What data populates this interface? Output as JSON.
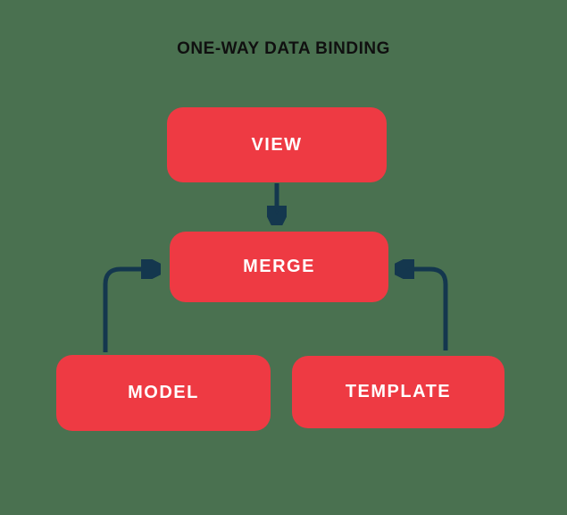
{
  "title": "ONE-WAY DATA BINDING",
  "colors": {
    "background": "#4a7150",
    "box": "#ee3a43",
    "arrow": "#14374e",
    "box_text": "#ffffff",
    "title_text": "#101010"
  },
  "nodes": [
    {
      "id": "view",
      "label": "VIEW"
    },
    {
      "id": "merge",
      "label": "MERGE"
    },
    {
      "id": "model",
      "label": "MODEL"
    },
    {
      "id": "template",
      "label": "TEMPLATE"
    }
  ],
  "edges": [
    {
      "from": "view",
      "to": "merge",
      "direction": "down"
    },
    {
      "from": "model",
      "to": "merge",
      "direction": "up-then-right"
    },
    {
      "from": "template",
      "to": "merge",
      "direction": "up-then-left"
    }
  ]
}
